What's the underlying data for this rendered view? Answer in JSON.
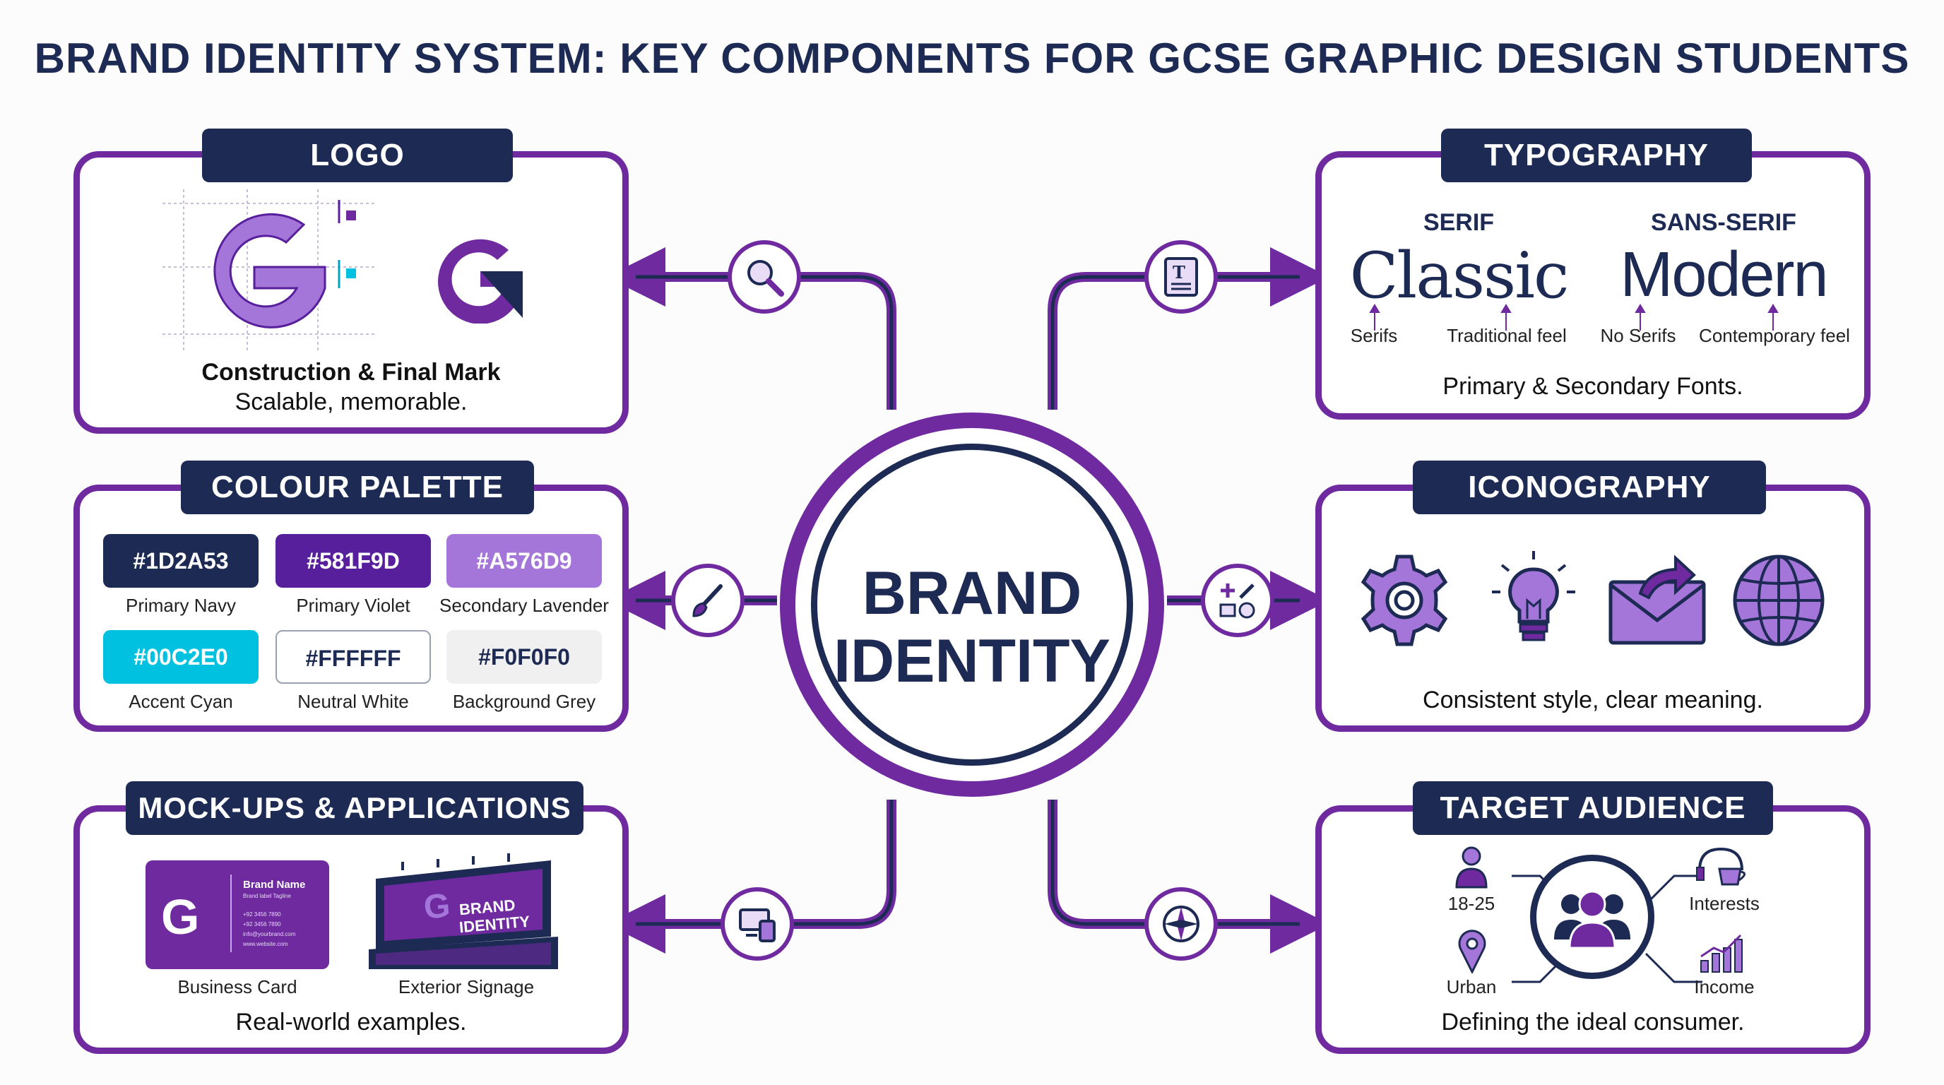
{
  "title": "BRAND IDENTITY SYSTEM: KEY COMPONENTS FOR GCSE GRAPHIC DESIGN STUDENTS",
  "hub": {
    "line1": "BRAND",
    "line2": "IDENTITY"
  },
  "logo": {
    "heading": "LOGO",
    "mark_letter": "G",
    "caption_bold": "Construction & Final Mark",
    "caption": "Scalable, memorable."
  },
  "colour_palette": {
    "heading": "COLOUR PALETTE",
    "swatches": [
      {
        "hex": "#1D2A53",
        "name": "Primary Navy",
        "color": "#1d2a53",
        "text_color": "#ffffff"
      },
      {
        "hex": "#581F9D",
        "name": "Primary Violet",
        "color": "#581f9d",
        "text_color": "#ffffff"
      },
      {
        "hex": "#A576D9",
        "name": "Secondary Lavender",
        "color": "#a576d9",
        "text_color": "#ffffff"
      },
      {
        "hex": "#00C2E0",
        "name": "Accent Cyan",
        "color": "#00c2e0",
        "text_color": "#ffffff"
      },
      {
        "hex": "#FFFFFF",
        "name": "Neutral White",
        "color": "#ffffff",
        "text_color": "#1d2a53"
      },
      {
        "hex": "#F0F0F0",
        "name": "Background Grey",
        "color": "#f0f0f0",
        "text_color": "#1d2a53"
      }
    ]
  },
  "mockups": {
    "heading": "MOCK-UPS & APPLICATIONS",
    "card_brand": "Brand Name",
    "card_subtitle": "Brand label Tagline",
    "card_lines": [
      "+92 3456 7890",
      "+92 3456 7890",
      "info@yourbrand.com",
      "www.website.com"
    ],
    "signage_line1": "BRAND",
    "signage_line2": "IDENTITY",
    "label_card": "Business Card",
    "label_signage": "Exterior Signage",
    "caption": "Real-world examples."
  },
  "typography": {
    "heading": "TYPOGRAPHY",
    "serif_label": "SERIF",
    "sans_label": "SANS-SERIF",
    "serif_sample": "Classic",
    "sans_sample": "Modern",
    "notes": [
      "Serifs",
      "Traditional feel",
      "No Serifs",
      "Contemporary feel"
    ],
    "caption": "Primary & Secondary Fonts."
  },
  "iconography": {
    "heading": "ICONOGRAPHY",
    "icons": [
      "gear-icon",
      "lightbulb-icon",
      "envelope-share-icon",
      "globe-icon"
    ],
    "caption": "Consistent style, clear meaning."
  },
  "audience": {
    "heading": "TARGET AUDIENCE",
    "age": "18-25",
    "location": "Urban",
    "interests": "Interests",
    "income": "Income",
    "caption": "Defining the ideal consumer."
  },
  "colors": {
    "navy": "#1d2a53",
    "violet": "#6f2aa0",
    "lavender": "#a576d9",
    "cyan": "#00c2e0"
  }
}
